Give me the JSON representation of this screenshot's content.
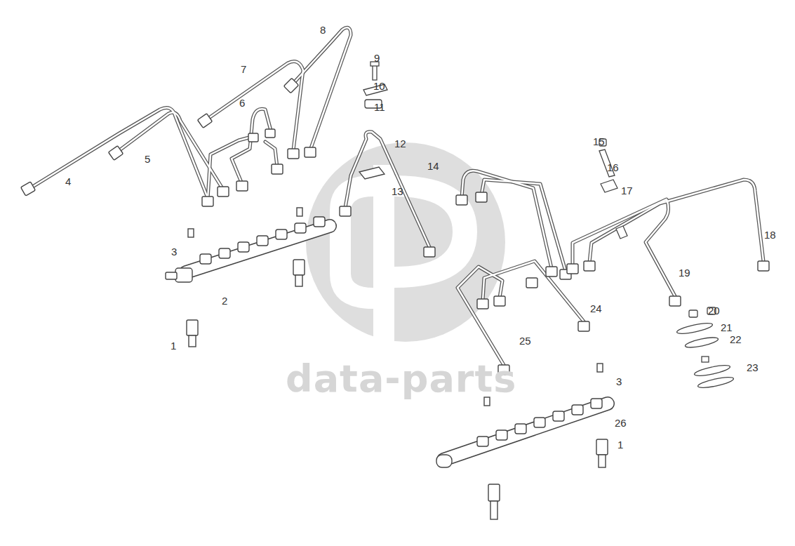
{
  "diagram": {
    "labels": [
      "8",
      "9",
      "7",
      "10",
      "6",
      "11",
      "5",
      "12",
      "15",
      "14",
      "16",
      "4",
      "13",
      "17",
      "18",
      "3",
      "19",
      "2",
      "20",
      "21",
      "22",
      "1",
      "24",
      "23",
      "25",
      "3",
      "data-parts",
      "26",
      "1"
    ]
  }
}
